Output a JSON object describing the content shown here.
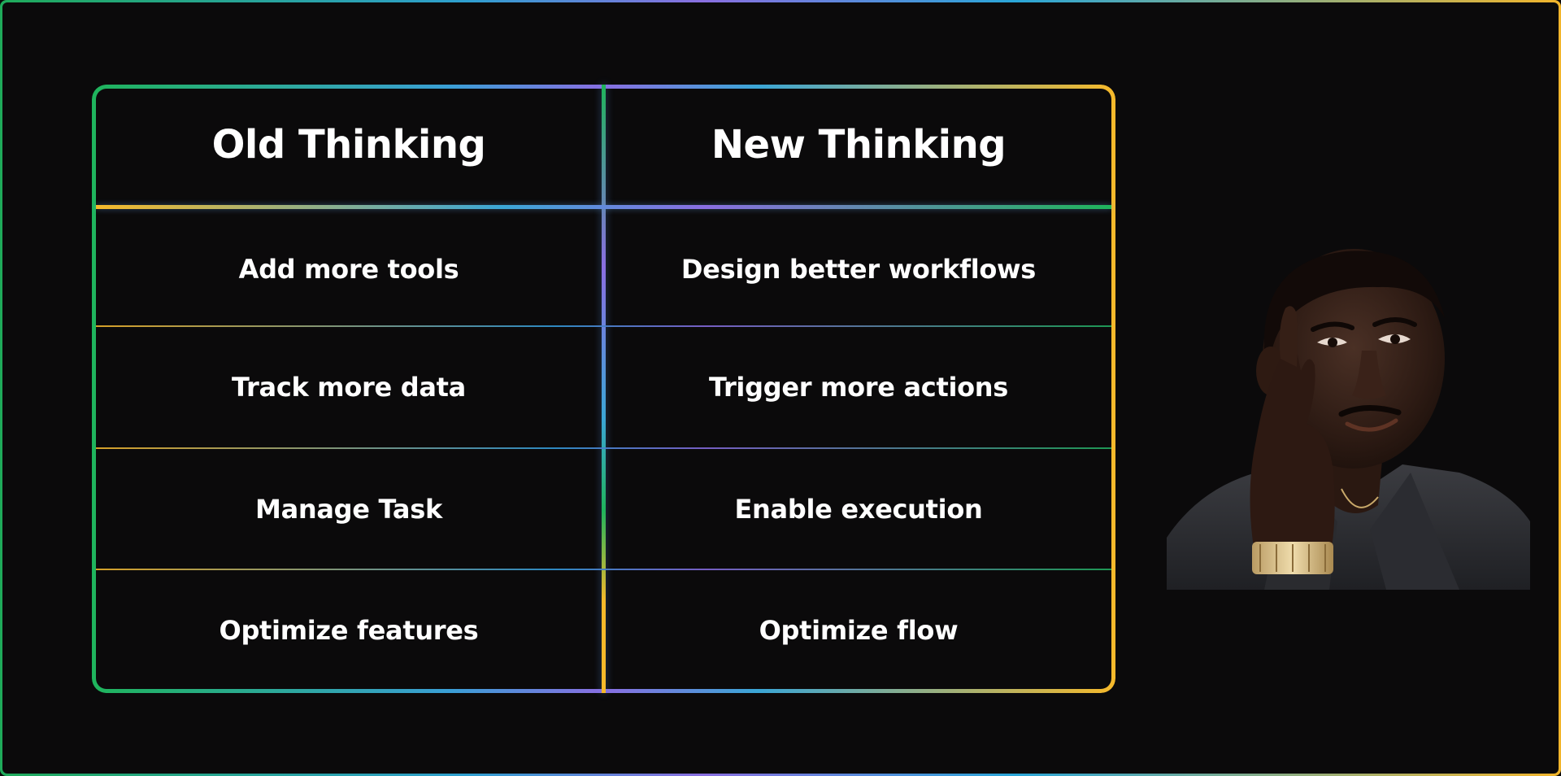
{
  "table": {
    "headers": {
      "old": "Old Thinking",
      "new": "New Thinking"
    },
    "rows": [
      {
        "old": "Add more tools",
        "new": "Design better workflows"
      },
      {
        "old": "Track more data",
        "new": "Trigger more actions"
      },
      {
        "old": "Manage Task",
        "new": "Enable execution"
      },
      {
        "old": "Optimize features",
        "new": "Optimize flow"
      }
    ]
  },
  "colors": {
    "background": "#0b0a0b",
    "green": "#1fb45c",
    "blue": "#3ba6d6",
    "purple": "#8a6ee2",
    "yellow": "#f6b92a",
    "text": "#ffffff"
  },
  "image": {
    "subject": "man-tapping-temple-meme"
  }
}
